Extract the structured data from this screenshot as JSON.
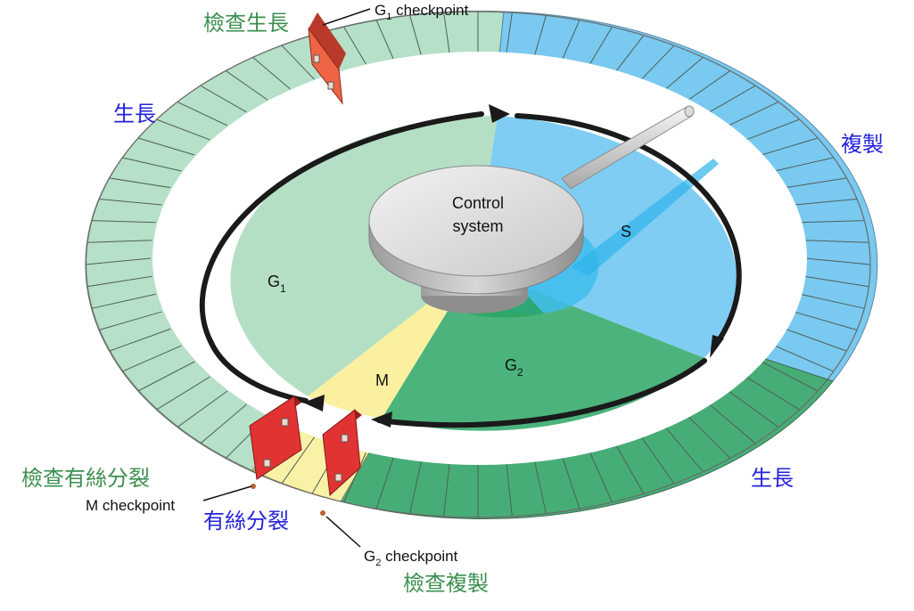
{
  "diagram": {
    "center": {
      "line1": "Control",
      "line2": "system"
    },
    "phases": {
      "g1": {
        "base": "G",
        "sub": "1"
      },
      "s": {
        "text": "S"
      },
      "g2": {
        "base": "G",
        "sub": "2"
      },
      "m": {
        "text": "M"
      }
    },
    "checkpoints": {
      "g1": {
        "base": "G",
        "sub": "1",
        "rest": " checkpoint"
      },
      "m": {
        "text": "M checkpoint"
      },
      "g2": {
        "base": "G",
        "sub": "2",
        "rest": " checkpoint"
      }
    },
    "zh_labels": {
      "check_growth": "檢查生長",
      "growth_left": "生長",
      "replication": "複製",
      "growth_right": "生長",
      "check_mitosis": "檢查有絲分裂",
      "mitosis": "有絲分裂",
      "check_replication": "檢查複製"
    },
    "colors": {
      "g1_light": "#b5dfc5",
      "g1_ring": "#b6e0c8",
      "s_blue": "#7fcdf3",
      "s_ring": "#79c9f0",
      "g2_green": "#4cb37d",
      "g2_ring": "#47ad76",
      "m_yellow": "#fbf0a0",
      "checkpoint_red": "#e03a3a",
      "label_green": "#3c8f4f",
      "label_blue": "#2323d9"
    }
  }
}
